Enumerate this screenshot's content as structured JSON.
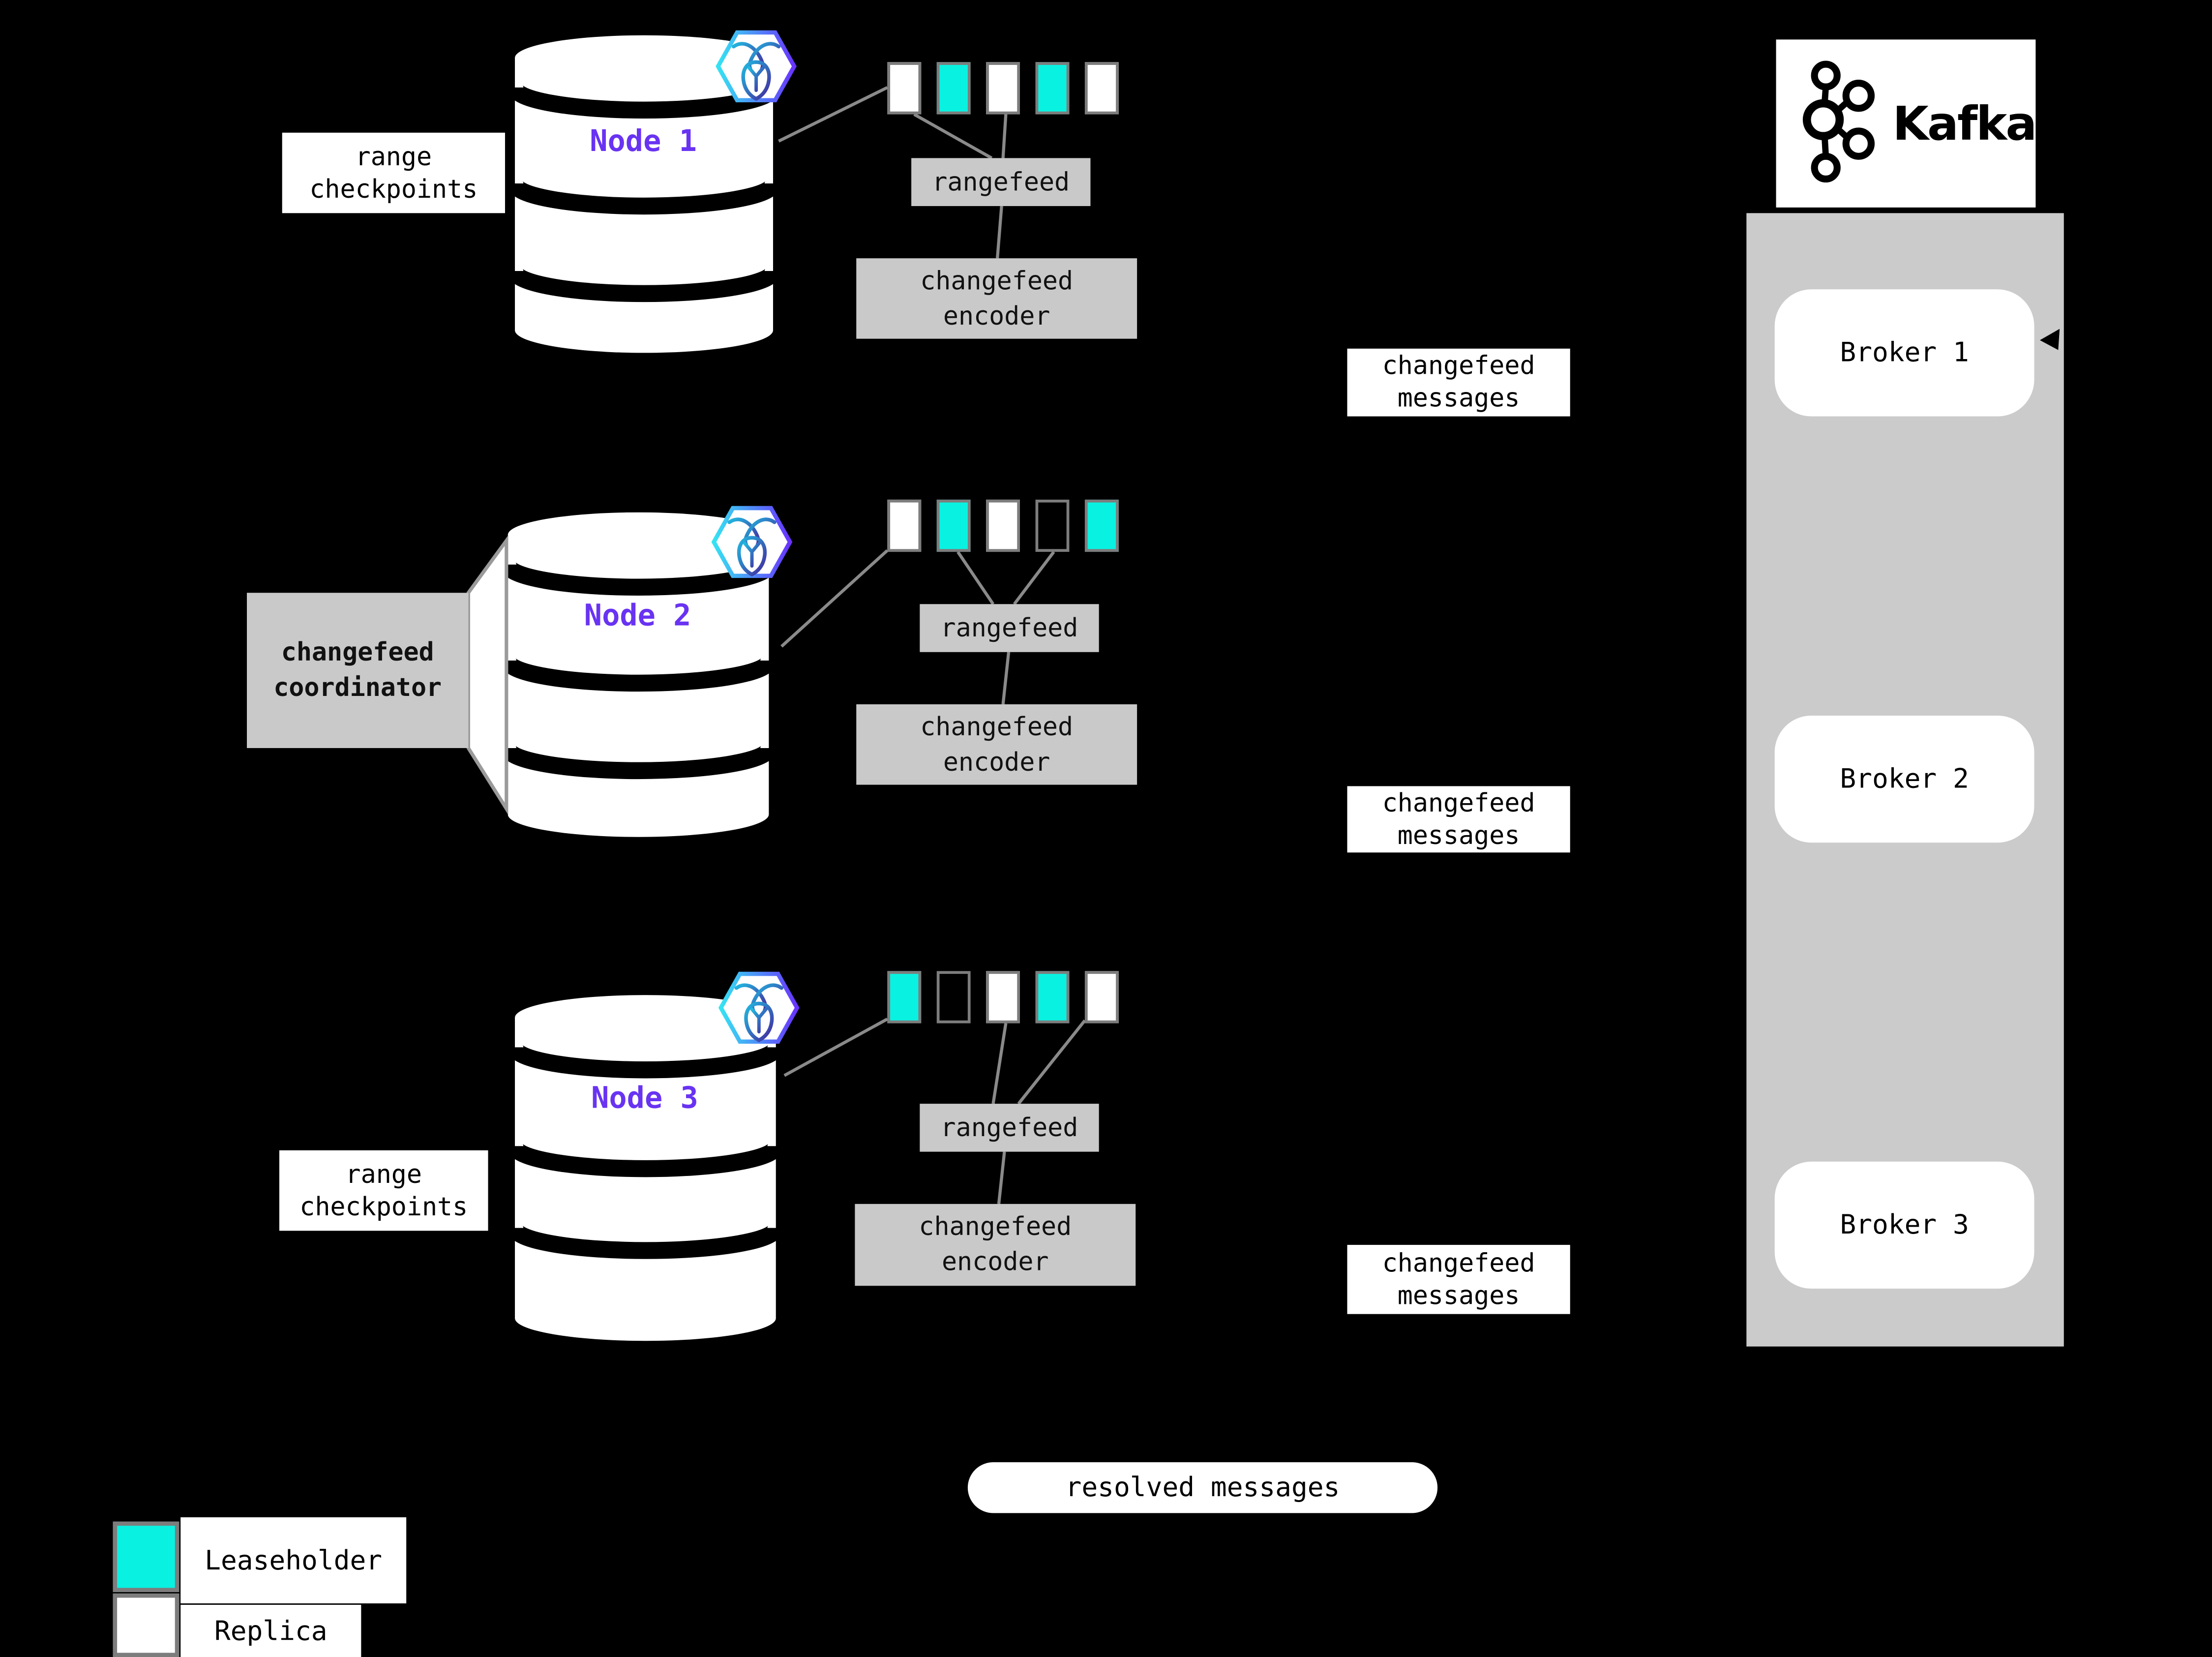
{
  "colors": {
    "background": "#000000",
    "leaseholder": "#09F2E1",
    "replica": "#FFFFFF",
    "empty": "transparent",
    "accent_purple": "#6933F2",
    "box_gray": "#C9C9C9",
    "panel_gray": "#CBCBCB",
    "border_gray": "#7D7D7D",
    "line_gray": "#8A8A8A",
    "crdb_logo_cyan": "#35E3F2",
    "crdb_logo_purple": "#6933FF",
    "kafka_black": "#000000"
  },
  "nodes": [
    {
      "name": "Node 1",
      "ranges": [
        "replica",
        "leaseholder",
        "replica",
        "leaseholder",
        "replica"
      ],
      "rangefeed_label": "rangefeed",
      "encoder_lines": [
        "changefeed",
        "encoder"
      ]
    },
    {
      "name": "Node 2",
      "ranges": [
        "replica",
        "leaseholder",
        "replica",
        "empty",
        "leaseholder"
      ],
      "rangefeed_label": "rangefeed",
      "encoder_lines": [
        "changefeed",
        "encoder"
      ]
    },
    {
      "name": "Node 3",
      "ranges": [
        "leaseholder",
        "empty",
        "replica",
        "leaseholder",
        "replica"
      ],
      "rangefeed_label": "rangefeed",
      "encoder_lines": [
        "changefeed",
        "encoder"
      ]
    }
  ],
  "labels": {
    "range_checkpoints_lines": [
      "range",
      "checkpoints"
    ],
    "changefeed_messages_lines": [
      "changefeed",
      "messages"
    ],
    "coordinator_lines": [
      "changefeed",
      "coordinator"
    ],
    "resolved_messages": "resolved messages"
  },
  "kafka": {
    "brand": "Kafka",
    "brokers": [
      "Broker 1",
      "Broker 2",
      "Broker 3"
    ]
  },
  "legend": [
    {
      "label": "Leaseholder",
      "color_key": "leaseholder"
    },
    {
      "label": "Replica",
      "color_key": "replica"
    }
  ]
}
